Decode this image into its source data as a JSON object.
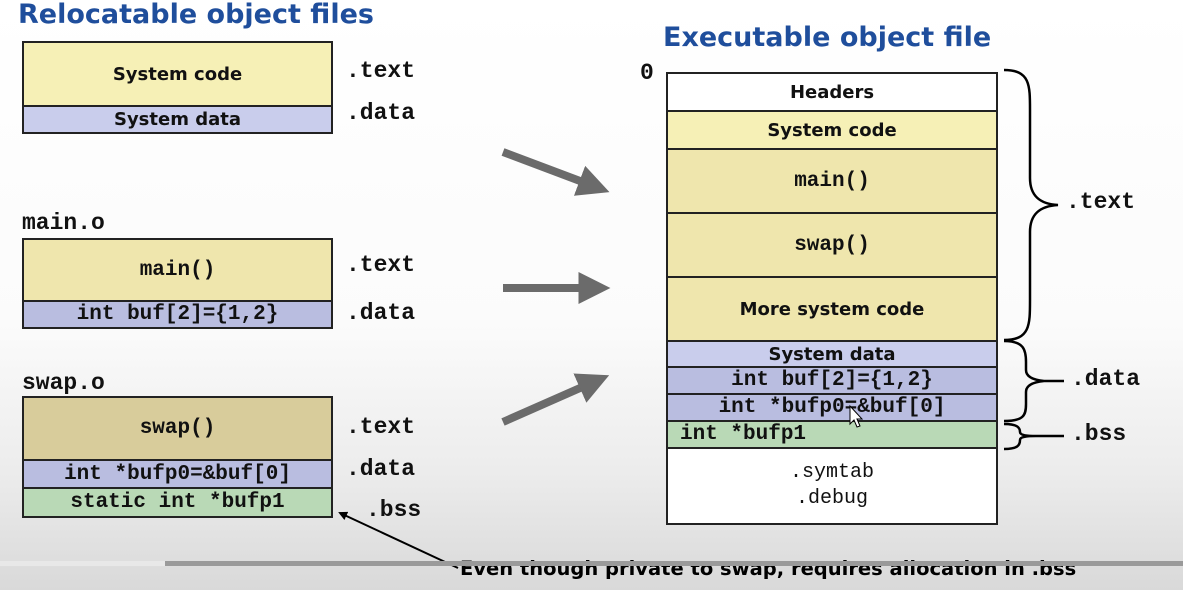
{
  "left_heading": "Relocatable object files",
  "right_heading": "Executable object file",
  "system_object": {
    "text_box": "System code",
    "data_box": "System data",
    "text_label": ".text",
    "data_label": ".data"
  },
  "main_object": {
    "filename": "main.o",
    "text_box": "main()",
    "data_box": "int buf[2]={1,2}",
    "text_label": ".text",
    "data_label": ".data"
  },
  "swap_object": {
    "filename": "swap.o",
    "text_box": "swap()",
    "data_box": "int *bufp0=&buf[0]",
    "bss_box": "static int *bufp1",
    "text_label": ".text",
    "data_label": ".data",
    "bss_label": ".bss"
  },
  "executable": {
    "origin_label": "0",
    "headers": "Headers",
    "system_code": "System code",
    "main": "main()",
    "swap": "swap()",
    "more_system_code": "More system code",
    "system_data": "System data",
    "buf": "int buf[2]={1,2}",
    "bufp0": "int *bufp0=&buf[0]",
    "bufp1": "int *bufp1",
    "symtab": ".symtab",
    "debug": ".debug",
    "text_label": ".text",
    "data_label": ".data",
    "bss_label": ".bss"
  },
  "note": "Even though private to swap, requires allocation in .bss",
  "colors": {
    "heading": "#1f4e9c",
    "code_section": "#efe6ad",
    "data_section": "#c9cdec",
    "bss_section": "#b9d9b6",
    "arrow": "#6b6b6b"
  }
}
